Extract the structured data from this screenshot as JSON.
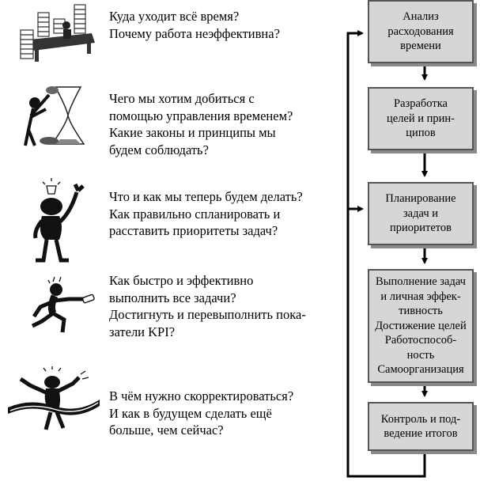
{
  "questions": [
    {
      "lines": [
        "Куда уходит всё время?",
        "Почему работа неэффективна?"
      ]
    },
    {
      "lines": [
        "Чего мы хотим добиться с",
        "помощью управления временем?",
        "Какие законы и принципы мы",
        "будем соблюдать?"
      ]
    },
    {
      "lines": [
        "Что и как мы теперь будем делать?",
        "Как правильно спланировать и",
        "расставить приоритеты задач?"
      ]
    },
    {
      "lines": [
        "Как быстро и эффективно",
        "выполнить все задачи?",
        "Достигнуть и перевыполнить пока-",
        "затели KPI?"
      ]
    },
    {
      "lines": [
        "В чём нужно скорректироваться?",
        "И как в будущем сделать ещё",
        "больше, чем сейчас?"
      ]
    }
  ],
  "steps": [
    {
      "lines": [
        "Анализ",
        "расходования",
        "времени"
      ]
    },
    {
      "lines": [
        "Разработка",
        "целей и прин-",
        "ципов"
      ]
    },
    {
      "lines": [
        "Планирование",
        "задач и",
        "приоритетов"
      ]
    },
    {
      "lines": [
        "Выполнение задач",
        "и личная эффек-",
        "тивность",
        "Достижение целей",
        "Работоспособ-",
        "ность",
        "Самоорганизация"
      ]
    },
    {
      "lines": [
        "Контроль и под-",
        "ведение итогов"
      ]
    }
  ],
  "illustrations": [
    "paperwork-desk-icon",
    "hourglass-person-icon",
    "idea-person-icon",
    "running-person-icon",
    "finish-line-person-icon"
  ]
}
